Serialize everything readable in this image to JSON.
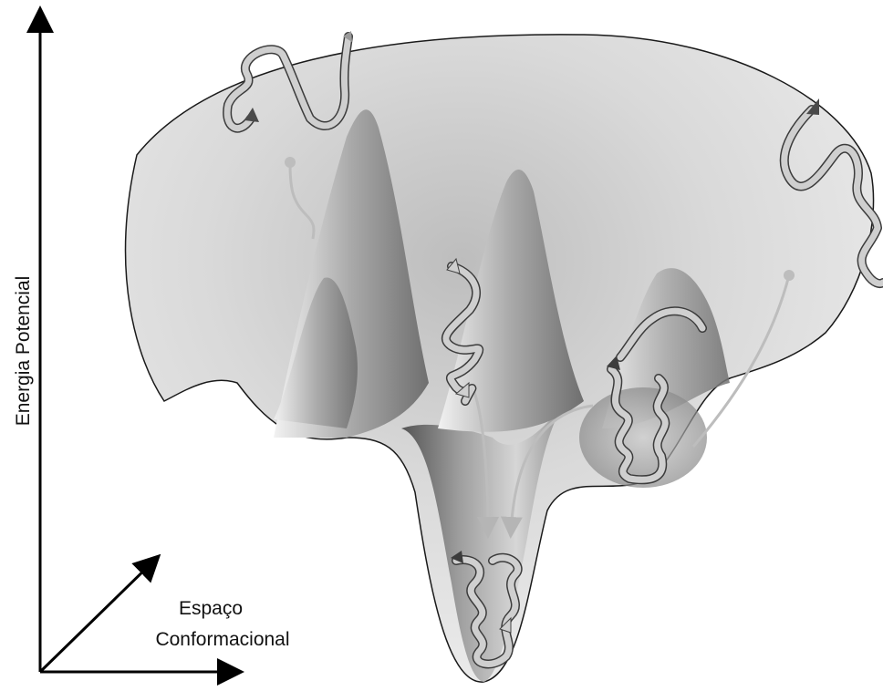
{
  "axes": {
    "y_label": "Energia Potencial",
    "xz_label_line1": "Espaço",
    "xz_label_line2": "Conformacional"
  },
  "colors": {
    "axis": "#000000",
    "surface_light": "#e9e9e9",
    "surface_dark": "#6a6a6a",
    "protein": "#cfcfcf"
  },
  "icons": {
    "unfolded_chains": "unfolded-protein-icon",
    "partially_folded": "intermediate-protein-icon",
    "native_state": "native-protein-icon"
  }
}
